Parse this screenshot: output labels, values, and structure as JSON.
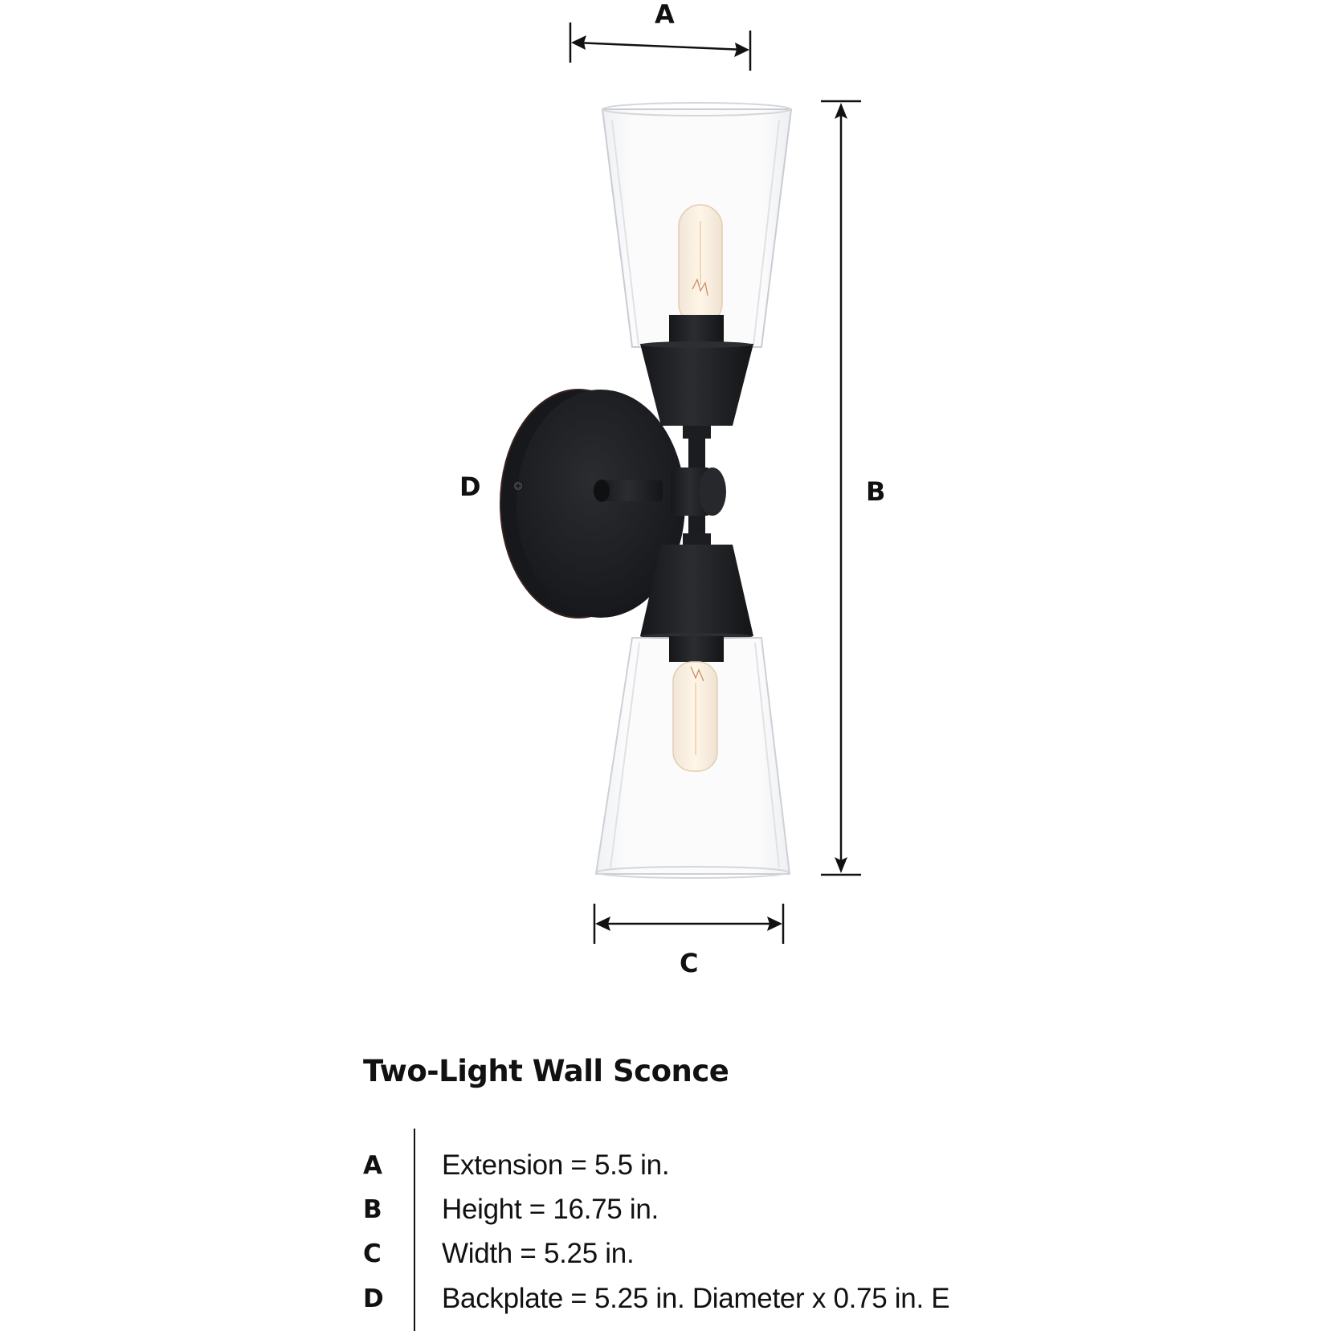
{
  "diagram": {
    "labels": {
      "A": "A",
      "B": "B",
      "C": "C",
      "D": "D"
    },
    "colors": {
      "metal": "#1b1c1e",
      "metal_highlight": "#3a3c40",
      "glass_edge": "#c9ccd2",
      "bulb_glow": "#f6e3c8",
      "dimension_line": "#111111"
    }
  },
  "title": "Two-Light Wall Sconce",
  "specs": [
    {
      "letter": "A",
      "text": "Extension = 5.5 in."
    },
    {
      "letter": "B",
      "text": "Height = 16.75 in."
    },
    {
      "letter": "C",
      "text": "Width = 5.25 in."
    },
    {
      "letter": "D",
      "text": "Backplate = 5.25 in. Diameter x 0.75 in. E"
    }
  ]
}
